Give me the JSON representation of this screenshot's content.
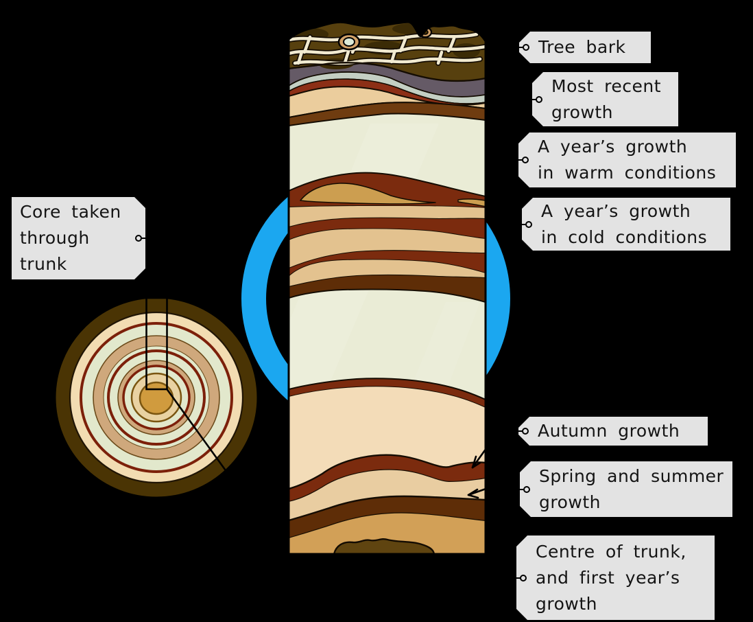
{
  "diagram": "Tree trunk core sample showing annual growth rings",
  "colors": {
    "background": "#000000",
    "tag_bg": "#e3e3e3",
    "tag_text": "#141414",
    "outline": "#140c02",
    "blue_ring": "#1ba7f0",
    "bark": "#57400e",
    "bark_dark": "#3b2b06",
    "bark_line": "#f1ead0",
    "knot_ring": "#d2a269",
    "knot_center": "#dcead8",
    "purple_band": "#655a66",
    "sage_band": "#c4cfc3",
    "red_band": "#8c2f16",
    "beige_band": "#ebcd9d",
    "brown_band": "#6f3c10",
    "cream": "#eaecd6",
    "rust_band": "#7b2b0e",
    "dark_band": "#5e2d07",
    "gold_band": "#cc9e50",
    "tan_layer": "#e3c28f",
    "peach_layer": "#f3dcb8",
    "spring_tan": "#e9cda1",
    "golden_center": "#d2a057",
    "centre_blob": "#5f4410",
    "xs_bark": "#4a3404",
    "xs_cream": "#f2dcb2",
    "xs_green": "#e2e8cc",
    "xs_tan": "#cfa87c",
    "xs_red": "#7c200a",
    "pith_ring": "#e9d2a2",
    "pith": "#d09b3e"
  },
  "labels": {
    "tree_bark": {
      "lines": [
        "Tree bark"
      ]
    },
    "most_recent": {
      "lines": [
        "Most recent",
        "growth"
      ]
    },
    "warm": {
      "lines": [
        "A year’s growth",
        "in warm conditions"
      ]
    },
    "cold": {
      "lines": [
        "A year’s growth",
        "in cold conditions"
      ]
    },
    "autumn": {
      "lines": [
        "Autumn growth"
      ]
    },
    "spring": {
      "lines": [
        "Spring and summer",
        "growth"
      ]
    },
    "centre": {
      "lines": [
        "Centre of trunk,",
        "and first year’s",
        "growth"
      ]
    },
    "core_taken": {
      "lines": [
        "Core taken",
        "through",
        "trunk"
      ]
    }
  }
}
